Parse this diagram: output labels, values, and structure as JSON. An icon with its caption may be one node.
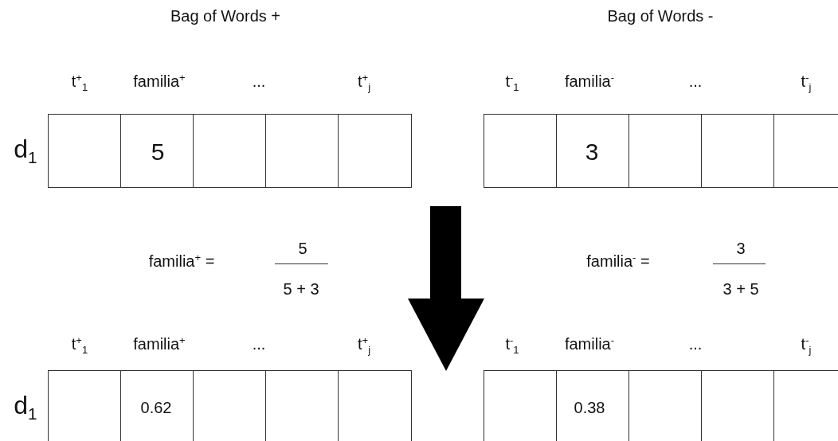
{
  "diagram": {
    "labels": [
      "Bag of Words +",
      "Bag of Words -",
      "t$^{+}$$_{1}$",
      "familia$^{+}$",
      "...",
      "t$^{+}$$_{j}$",
      "t$^{-}$$_{1}$",
      "familia$^{-}$",
      "...",
      "t$^{-}$$_{j}$",
      "d$_{1}$",
      "5",
      "3",
      "familia$^{+}$ =",
      "5",
      "familia$^{-}$ =",
      "3",
      "5 + 3",
      "3 + 5",
      "t$^{+}$$_{1}$",
      "familia$^{+}$",
      "...",
      "t$^{+}$$_{j}$",
      "t$^{-}$$_{1}$",
      "familia$^{-}$",
      "...",
      "t$^{-}$$_{j}$",
      "d$_{1}$",
      "0.62",
      "0.38"
    ]
  }
}
